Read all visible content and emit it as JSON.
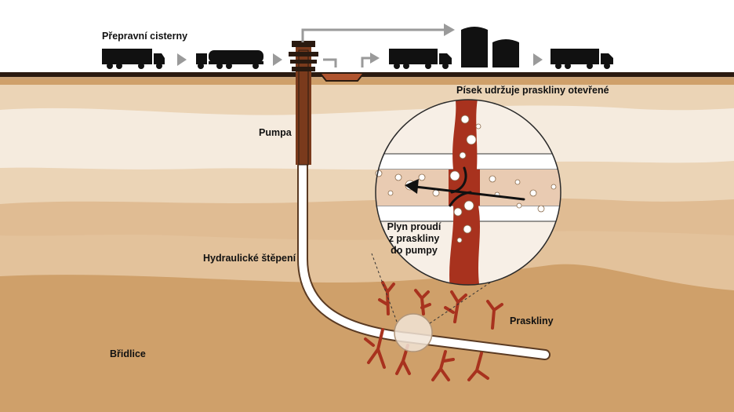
{
  "labels": {
    "tankers": "Přepravní cisterny",
    "pump": "Pumpa",
    "hydraulic": "Hydraulické štěpení",
    "shale": "Břidlice",
    "sand": "Písek udržuje praskliny otevřené",
    "gas_line1": "Plyn proudí",
    "gas_line2": "z praskliny",
    "gas_line3": "do pumpy",
    "fractures": "Praskliny"
  },
  "colors": {
    "sky": "#ffffff",
    "ground_light": "#e8cfae",
    "ground_pale": "#f3e6d6",
    "ground_mid": "#ddb98e",
    "ground_deep": "#cfa06a",
    "fracture": "#a8321e",
    "well": "#7a3a1c",
    "vehicle": "#111111",
    "arrow": "#9a9a9a"
  }
}
